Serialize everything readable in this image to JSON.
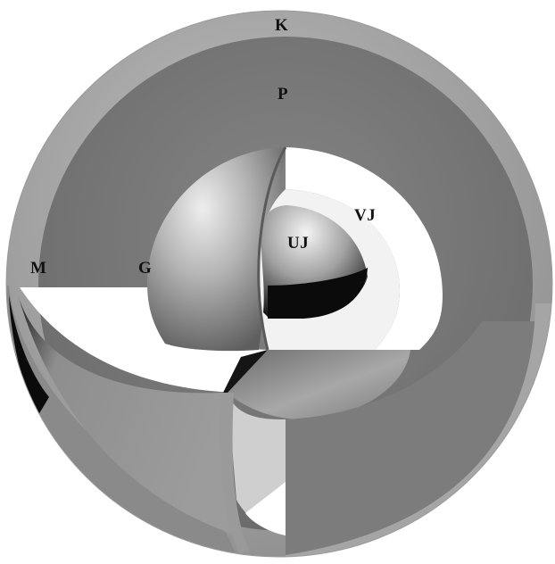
{
  "labels": {
    "K": "K",
    "P": "P",
    "VJ": "VJ",
    "UJ": "UJ",
    "M": "M",
    "G": "G"
  },
  "colors": {
    "outer_shell": "#aaaaaa",
    "mantle": "#7a7a7a",
    "cut_face": "#ffffff",
    "outer_core": "#a9a9a9",
    "inner_core": "#cfcfcf",
    "shadow": "#0b0b0b"
  }
}
